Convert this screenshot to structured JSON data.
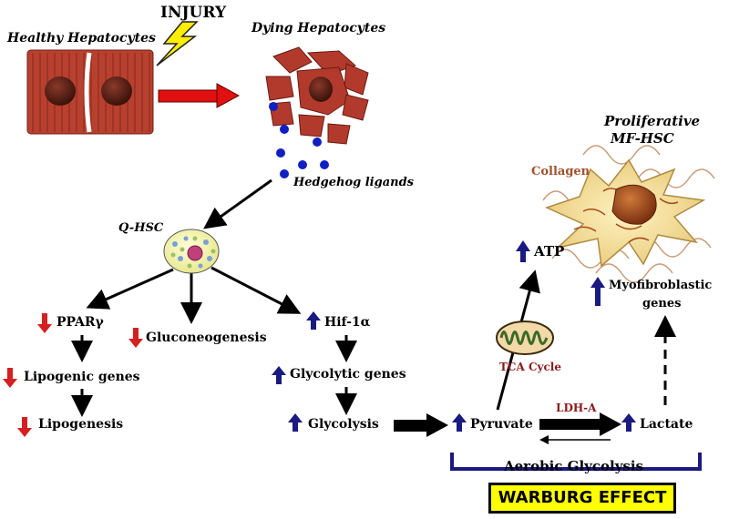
{
  "labels": {
    "injury": "INJURY",
    "healthy": "Healthy Hepatocytes",
    "dying": "Dying Hepatocytes",
    "hedgehog": "Hedgehog ligands",
    "qhsc": "Q-HSC",
    "proliferative_line1": "Proliferative",
    "proliferative_line2": "MF-HSC",
    "collagen": "Collagen",
    "atp": "ATP",
    "myofibroblastic_line1": "Myofibroblastic",
    "myofibroblastic_line2": "genes",
    "ppar": "PPARγ",
    "gluconeogenesis": "Gluconeogenesis",
    "hif": "Hif-1α",
    "lipogenic_genes": "Lipogenic genes",
    "glycolytic_genes": "Glycolytic genes",
    "tca": "TCA Cycle",
    "lipogenesis": "Lipogenesis",
    "glycolysis": "Glycolysis",
    "pyruvate": "Pyruvate",
    "ldha": "LDH-A",
    "lactate": "Lactate",
    "aerobic": "Aerobic Glycolysis",
    "warburg": "WARBURG EFFECT"
  },
  "colors": {
    "up_arrow": "#1a1a80",
    "down_arrow": "#d42020",
    "injury_arrow": "#e01010",
    "bolt": "#ffee00",
    "hepatocyte": "#a8362a",
    "nucleus": "#5a1e14",
    "ligand": "#1020c0",
    "bracket": "#1a1a80",
    "collagen_text": "#a0522d",
    "tca_text": "#8b1a1a",
    "ldha_text": "#8b1a1a",
    "warburg_bg": "#ffff00",
    "mfhsc_body": "#f2e2a0"
  },
  "icons": {
    "bolt": "lightning-bolt-icon",
    "healthy_cells": "healthy-hepatocytes-illustration",
    "dying_cells": "dying-hepatocytes-illustration",
    "qhsc_cell": "quiescent-hsc-cell-icon",
    "mitochondrion": "mitochondrion-icon",
    "mfhsc_cell": "myofibroblast-hsc-illustration"
  }
}
